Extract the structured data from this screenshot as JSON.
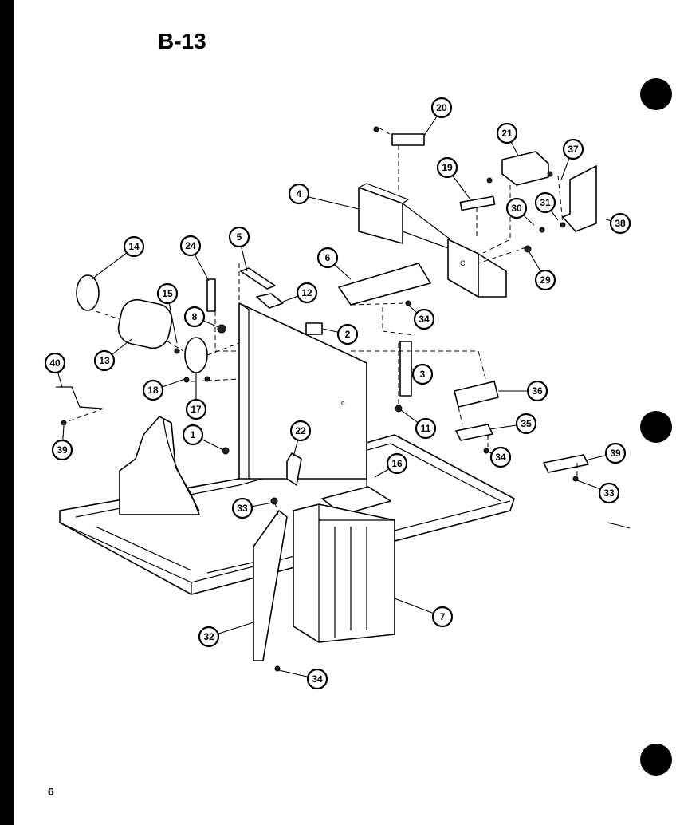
{
  "title": "B-13",
  "page_number": "6",
  "callouts": [
    "20",
    "21",
    "37",
    "19",
    "4",
    "30",
    "31",
    "38",
    "29",
    "5",
    "24",
    "6",
    "12",
    "2",
    "14",
    "15",
    "8",
    "13",
    "40",
    "18",
    "17",
    "39",
    "1",
    "22",
    "3",
    "11",
    "36",
    "35",
    "34",
    "16",
    "33",
    "32",
    "7",
    "34",
    "33",
    "34",
    "39",
    "34",
    "33"
  ]
}
